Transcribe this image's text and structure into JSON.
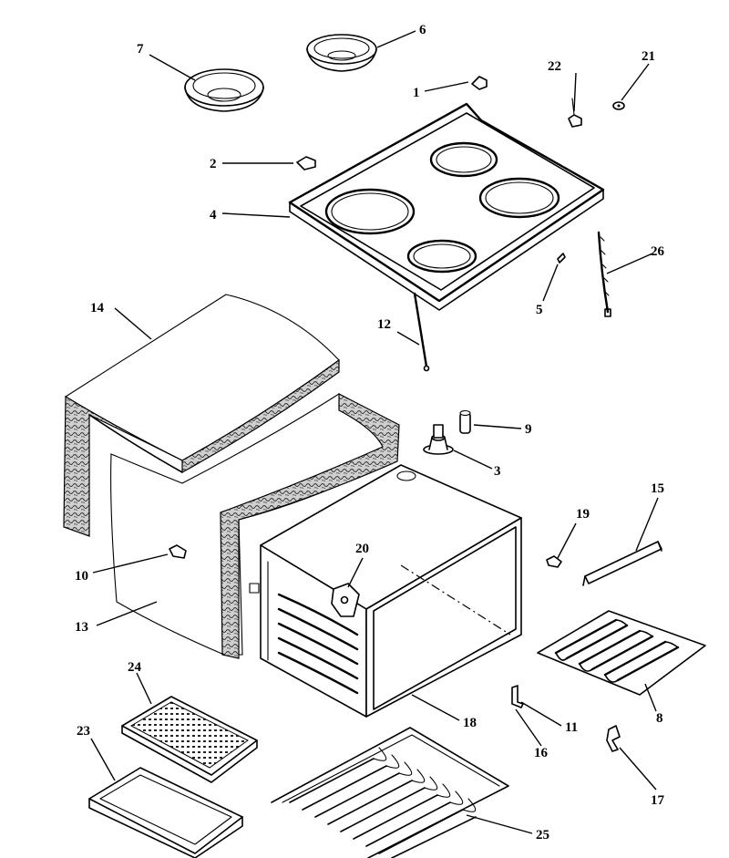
{
  "diagram": {
    "callouts": {
      "c1": "1",
      "c2": "2",
      "c3": "3",
      "c4": "4",
      "c5": "5",
      "c6": "6",
      "c7": "7",
      "c8": "8",
      "c9": "9",
      "c10": "10",
      "c11": "11",
      "c12": "12",
      "c13": "13",
      "c14": "14",
      "c15": "15",
      "c16": "16",
      "c17": "17",
      "c18": "18",
      "c19": "19",
      "c20": "20",
      "c21": "21",
      "c22": "22",
      "c23": "23",
      "c24": "24",
      "c25": "25",
      "c26": "26"
    }
  }
}
